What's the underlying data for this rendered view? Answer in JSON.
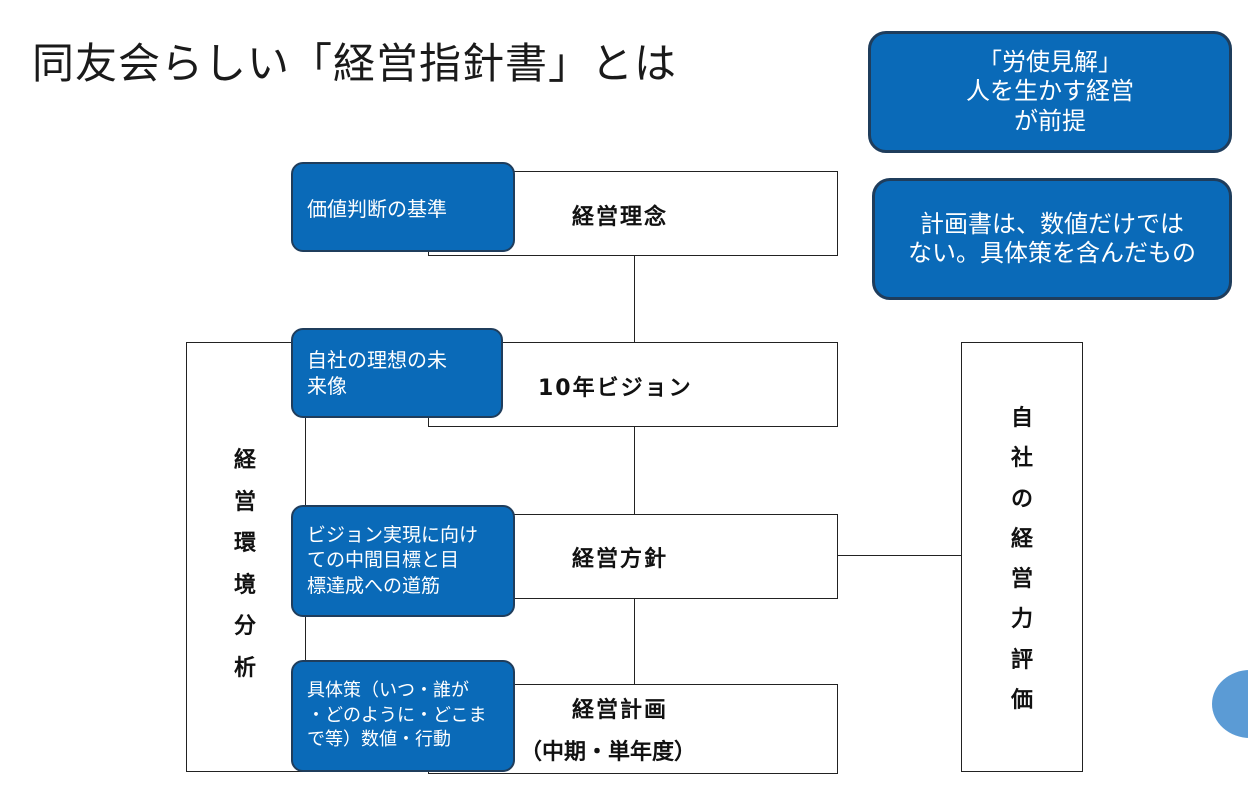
{
  "title": "同友会らしい「経営指針書」とは",
  "callouts": {
    "top_lines": [
      "「労使見解」",
      "人を生かす経営",
      "が前提"
    ],
    "bottom_lines": [
      "計画書は、数値だけでは",
      "ない。具体策を含んだもの"
    ]
  },
  "flow": [
    {
      "label": "経営理念",
      "note_lines": [
        "価値判断の基準"
      ]
    },
    {
      "label": "10年ビジョン",
      "note_lines": [
        "自社の理想の未",
        "来像"
      ]
    },
    {
      "label": "経営方針",
      "note_lines": [
        "ビジョン実現に向け",
        "ての中間目標と目",
        "標達成への道筋"
      ]
    },
    {
      "label": "経営計画",
      "label_sub": "（中期・単年度）",
      "note_lines": [
        "具体策（いつ・誰が",
        "・どのように・どこま",
        "で等）数値・行動"
      ]
    }
  ],
  "left_column": [
    "経",
    "営",
    "環",
    "境",
    "分",
    "析"
  ],
  "right_column": [
    "自",
    "社",
    "の",
    "経",
    "営",
    "力",
    "評",
    "価"
  ],
  "colors": {
    "callout_fill": "#0a6ab8",
    "callout_border": "#1f3d5c",
    "badge": "#5b9bd5"
  }
}
